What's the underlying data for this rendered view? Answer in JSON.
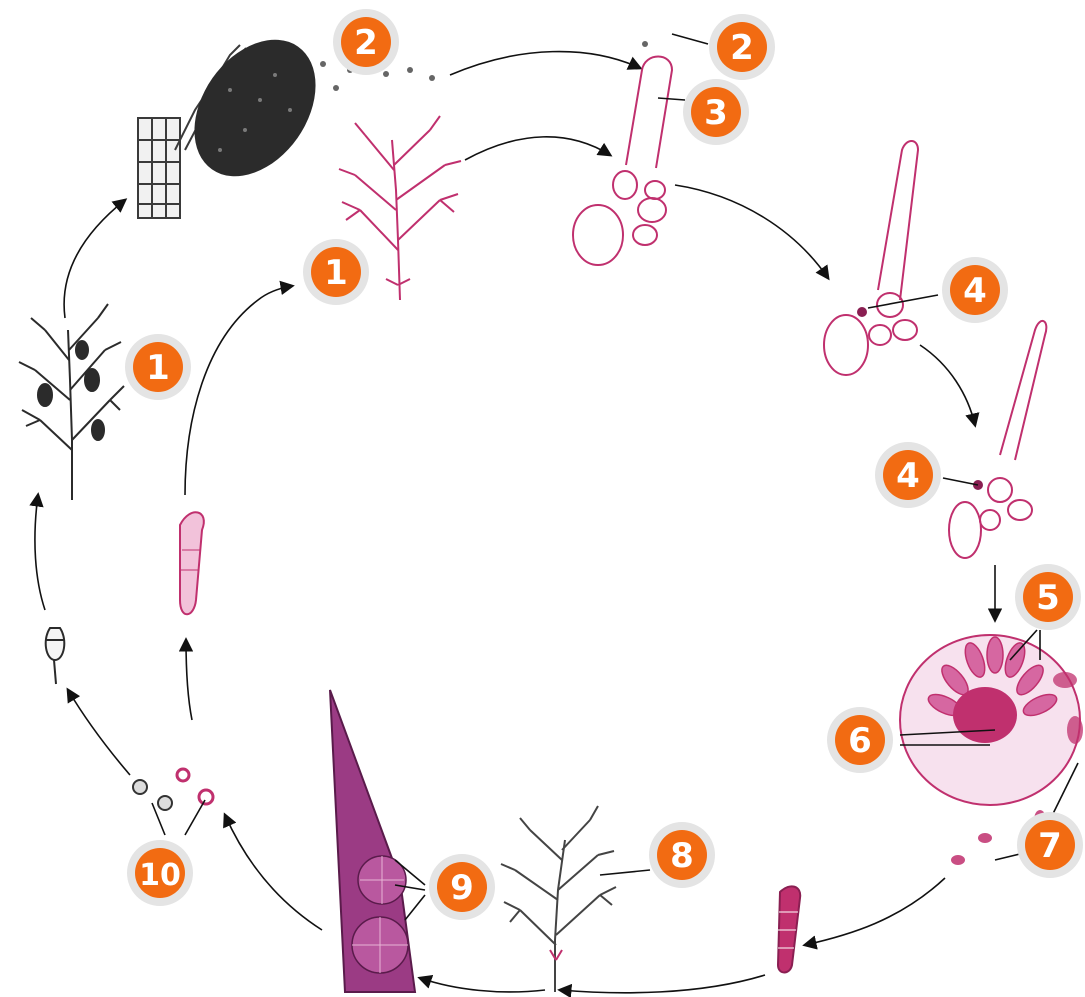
{
  "colors": {
    "badge_fill": "#f26b12",
    "badge_ring": "#e4e4e4",
    "badge_text": "#ffffff",
    "arrow": "#111111",
    "magenta": "#c0306e",
    "magenta_dark": "#8a1f52",
    "dark_stage": "#2b2b2b"
  },
  "markers": [
    {
      "id": "marker-1-haploid-plant",
      "label": "1"
    },
    {
      "id": "marker-1-diploid-plant",
      "label": "1"
    },
    {
      "id": "marker-2-spores",
      "label": "2"
    },
    {
      "id": "marker-2-spermatia",
      "label": "2"
    },
    {
      "id": "marker-3-trichogyne",
      "label": "3"
    },
    {
      "id": "marker-4-zygote",
      "label": "4"
    },
    {
      "id": "marker-4-zygote-migrating",
      "label": "4"
    },
    {
      "id": "marker-5-gonimoblast",
      "label": "5"
    },
    {
      "id": "marker-6-cystocarp",
      "label": "6"
    },
    {
      "id": "marker-7-carpospores",
      "label": "7"
    },
    {
      "id": "marker-8-tetrasporophyte",
      "label": "8"
    },
    {
      "id": "marker-9-tetrasporangia",
      "label": "9"
    },
    {
      "id": "marker-10-tetraspores",
      "label": "10"
    }
  ]
}
